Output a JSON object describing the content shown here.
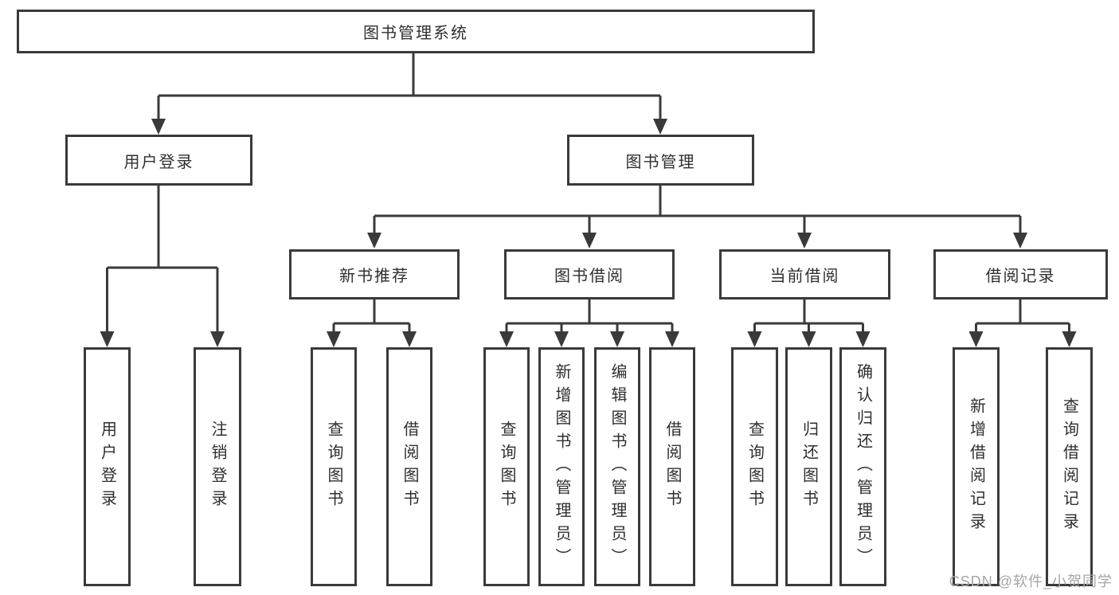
{
  "title": "图书管理系统",
  "tree": {
    "label": "图书管理系统",
    "children": [
      {
        "label": "用户登录",
        "children": [
          {
            "label": "用户登录"
          },
          {
            "label": "注销登录"
          }
        ]
      },
      {
        "label": "图书管理",
        "children": [
          {
            "label": "新书推荐",
            "children": [
              {
                "label": "查询图书"
              },
              {
                "label": "借阅图书"
              }
            ]
          },
          {
            "label": "图书借阅",
            "children": [
              {
                "label": "查询图书"
              },
              {
                "label": "新增图书（管理员）"
              },
              {
                "label": "编辑图书（管理员）"
              },
              {
                "label": "借阅图书"
              }
            ]
          },
          {
            "label": "当前借阅",
            "children": [
              {
                "label": "查询图书"
              },
              {
                "label": "归还图书"
              },
              {
                "label": "确认归还（管理员）"
              }
            ]
          },
          {
            "label": "借阅记录",
            "children": [
              {
                "label": "新增借阅记录"
              },
              {
                "label": "查询借阅记录"
              }
            ]
          }
        ]
      }
    ]
  },
  "watermark": "CSDN @软件_小贺同学",
  "colors": {
    "line": "#3a3a3a",
    "box_border": "#3a3a3a",
    "text": "#2f2f2f",
    "watermark": "#a6a6a6",
    "background": "#ffffff"
  }
}
